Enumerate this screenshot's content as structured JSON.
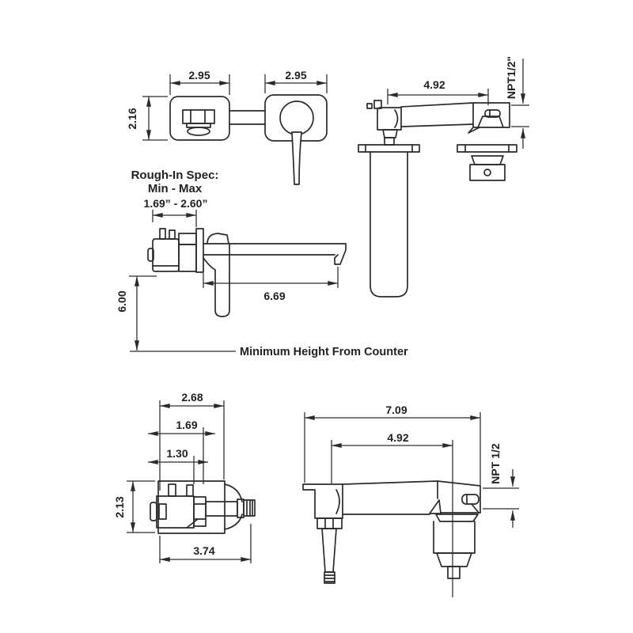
{
  "title": "Wall-mount faucet dimensional drawing",
  "colors": {
    "background": "#ffffff",
    "line": "#2b2a29",
    "text": "#231f20"
  },
  "views": {
    "front": {
      "spout_plate_width": "2.95",
      "handle_plate_width": "2.95",
      "plate_height": "2.16"
    },
    "side_top": {
      "spout_reach": "4.92",
      "inlet_thread": "NPT1/2\""
    },
    "rough_in": {
      "spec_title": "Rough-In Spec:",
      "spec_subtitle": "Min - Max",
      "spec_range": "1.69” - 2.60”",
      "spout_reach": "6.69",
      "min_height": "6.00",
      "baseline_label": "Minimum Height From Counter"
    },
    "plan": {
      "plate_width": "2.68",
      "upper_width": "1.69",
      "inner_width": "1.30",
      "plate_height": "2.13",
      "total_depth": "3.74"
    },
    "side_bottom": {
      "total_length": "7.09",
      "spout_reach": "4.92",
      "inlet_thread": "NPT 1/2"
    }
  }
}
